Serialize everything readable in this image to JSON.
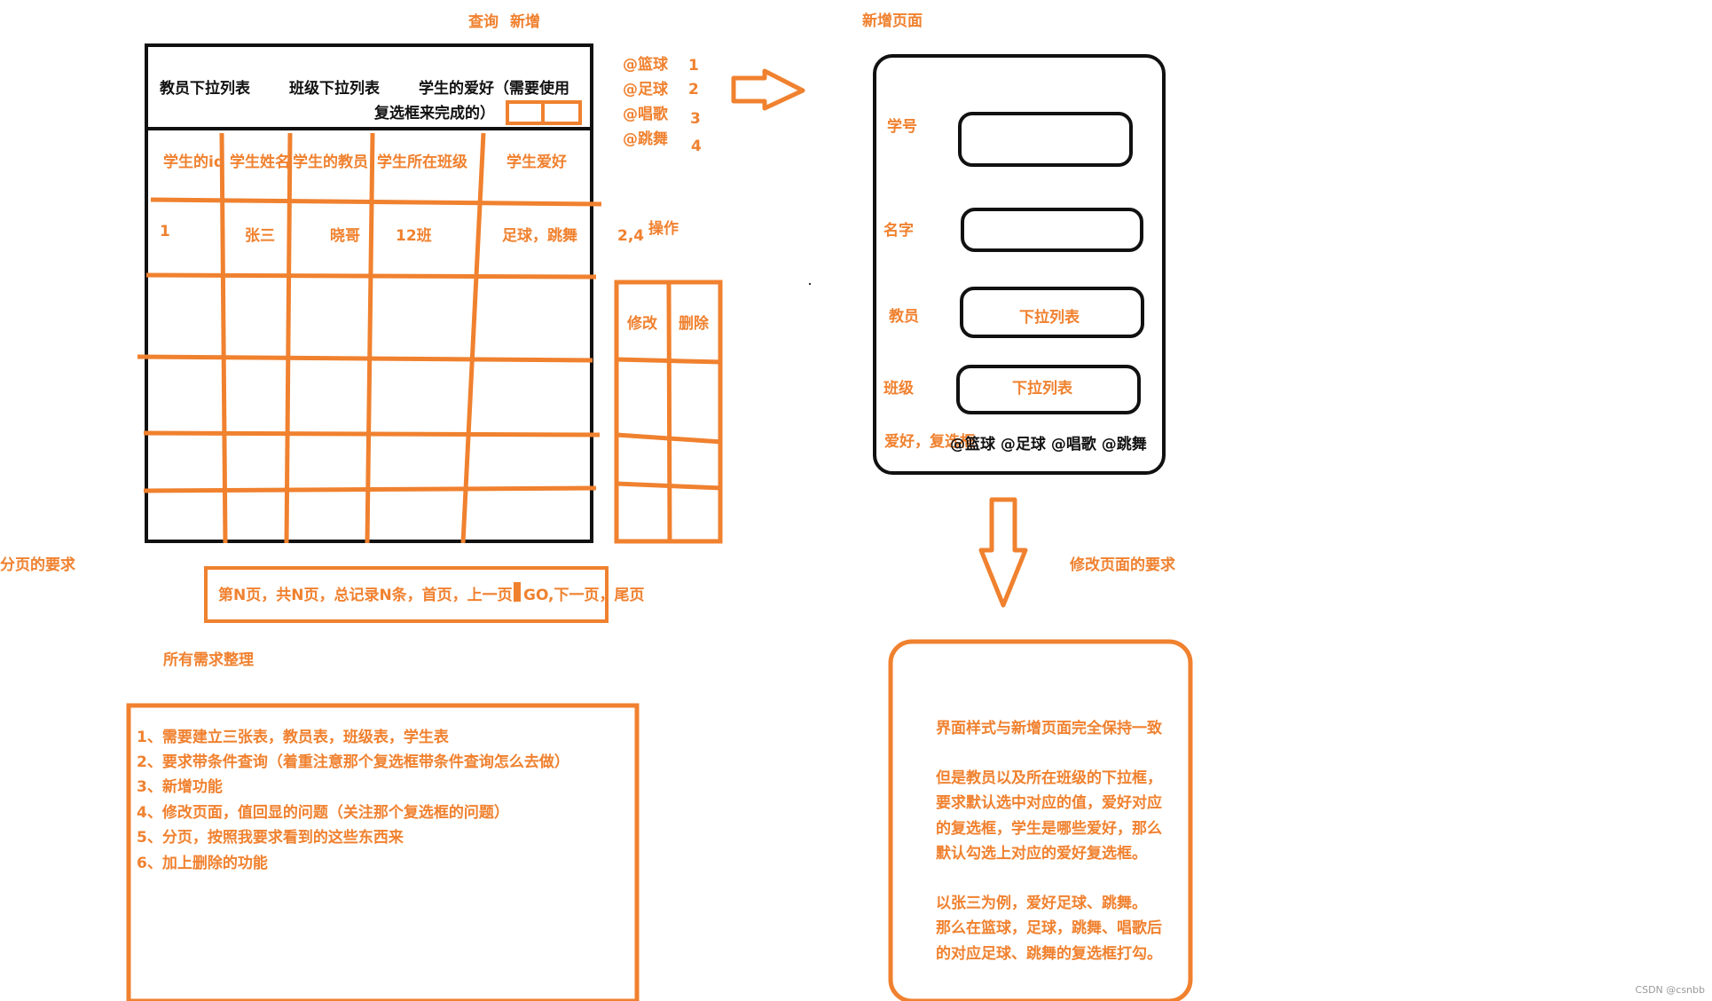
{
  "colors": {
    "accent": "#f0812f",
    "ink": "#111111"
  },
  "top_actions": {
    "query": "查询",
    "add": "新增"
  },
  "filter_bar": {
    "teacher_dropdown": "教员下拉列表",
    "class_dropdown": "班级下拉列表",
    "hobby_label_line1": "学生的爱好（需要使用",
    "hobby_label_line2": "复选框来完成的）"
  },
  "hobby_options": [
    {
      "label": "@篮球",
      "num": "1"
    },
    {
      "label": "@足球",
      "num": "2"
    },
    {
      "label": "@唱歌",
      "num": "3"
    },
    {
      "label": "@跳舞",
      "num": "4"
    }
  ],
  "table": {
    "headers": [
      "学生的id",
      "学生姓名",
      "学生的教员",
      "学生所在班级",
      "学生爱好"
    ],
    "row": [
      "1",
      "张三",
      "晓哥",
      "12班",
      "足球，跳舞"
    ],
    "hobby_codes": "2,4"
  },
  "ops": {
    "title": "操作",
    "edit": "修改",
    "delete": "删除"
  },
  "pagination": {
    "label": "分页的要求",
    "text_before": "第N页，共N页，总记录N条，首页，上一页，",
    "text_after": "GO,下一页，尾页"
  },
  "requirements": {
    "title": "所有需求整理",
    "items": [
      "1、需要建立三张表，教员表，班级表，学生表",
      "2、要求带条件查询（着重注意那个复选框带条件查询怎么去做）",
      "3、新增功能",
      "4、修改页面，值回显的问题（关注那个复选框的问题）",
      "5、分页，按照我要求看到的这些东西来",
      "6、加上删除的功能"
    ]
  },
  "add_page": {
    "title": "新增页面",
    "fields": {
      "id": "学号",
      "name": "名字",
      "teacher": "教员",
      "class": "班级",
      "hobby": "爱好，复选框"
    },
    "dropdown_text": "下拉列表",
    "hobby_values": "@篮球 @足球 @唱歌 @跳舞"
  },
  "modify_page": {
    "title": "修改页面的要求",
    "lines": [
      "界面样式与新增页面完全保持一致",
      "",
      "但是教员以及所在班级的下拉框，",
      "要求默认选中对应的值，爱好对应",
      "的复选框，学生是哪些爱好，那么",
      "默认勾选上对应的爱好复选框。",
      "",
      "以张三为例，爱好足球、跳舞。",
      "那么在篮球，足球，跳舞、唱歌后",
      "的对应足球、跳舞的复选框打勾。"
    ]
  },
  "watermark": "CSDN @csnbb"
}
